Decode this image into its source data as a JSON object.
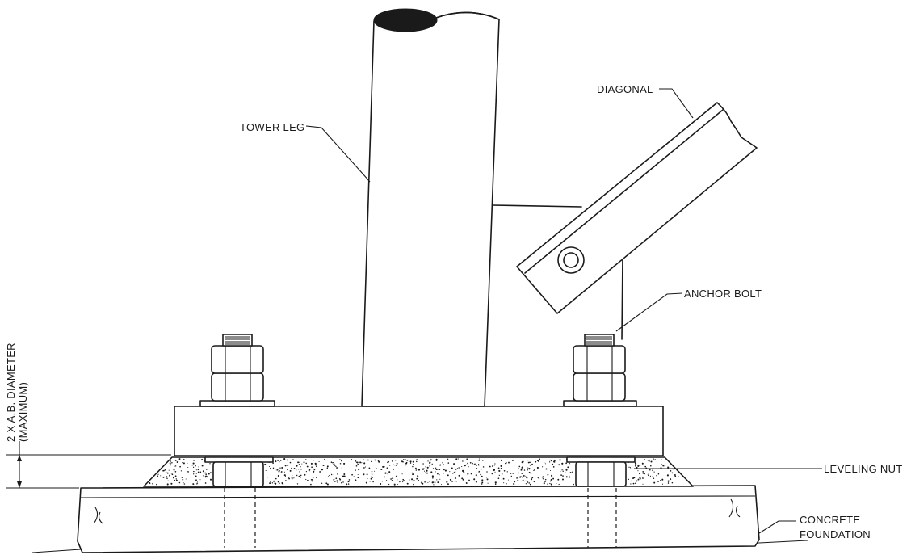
{
  "labels": {
    "tower_leg": "TOWER LEG",
    "diagonal": "DIAGONAL",
    "anchor_bolt": "ANCHOR BOLT",
    "leveling_nut": "LEVELING NUT",
    "concrete_foundation_line1": "CONCRETE",
    "concrete_foundation_line2": "FOUNDATION",
    "dimension_line1": "2 X A.B. DIAMETER",
    "dimension_line2": "(MAXIMUM)"
  },
  "colors": {
    "ink": "#1a1a1a",
    "paper": "#ffffff"
  }
}
